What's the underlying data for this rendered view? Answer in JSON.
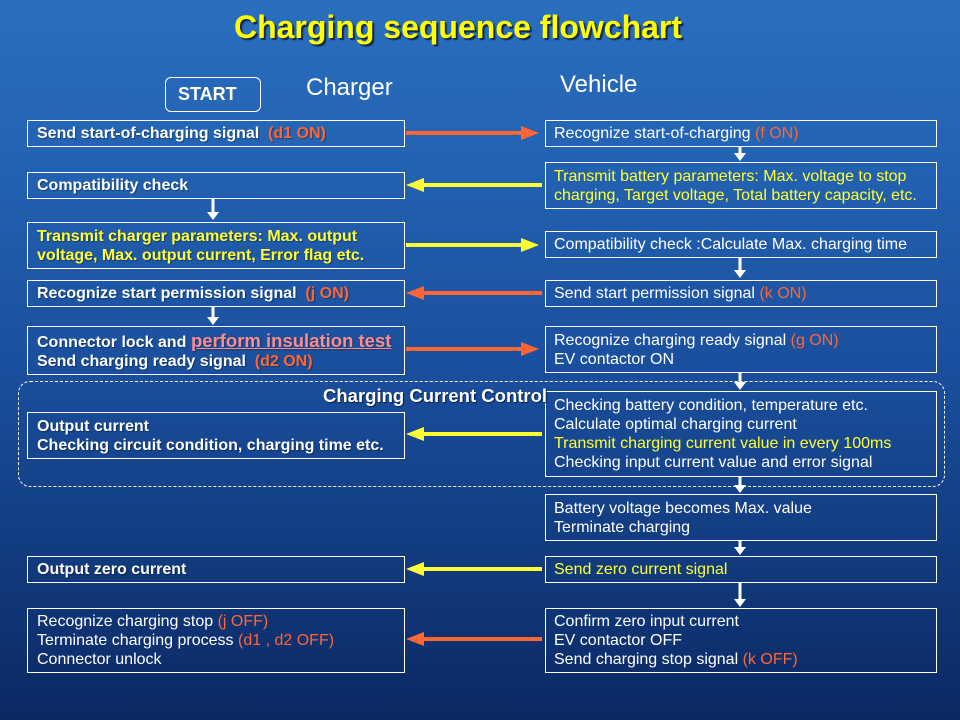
{
  "title": "Charging sequence flowchart",
  "start_label": "START",
  "columns": {
    "charger": "Charger",
    "vehicle": "Vehicle"
  },
  "control_loop_label": "Charging Current Control",
  "colors": {
    "title": "#ffff00",
    "signal": "#ff6633",
    "parameters": "#ffff33",
    "highlight": "#ff8c8c",
    "signal_arrow": "#ff6633",
    "parameters_arrow": "#ffff33",
    "step_arrow": "#ffffff"
  },
  "charger_steps": [
    {
      "lines": [
        {
          "text": "Send start-of-charging signal",
          "signal": "(d1 ON)"
        }
      ]
    },
    {
      "lines": [
        {
          "text": "Compatibility check"
        }
      ]
    },
    {
      "lines": [
        {
          "text": "Transmit charger parameters: Max. output"
        },
        {
          "text": "voltage, Max. output current,  Error flag etc."
        }
      ]
    },
    {
      "lines": [
        {
          "text": "Recognize start permission signal",
          "signal": "(j ON)"
        }
      ]
    },
    {
      "lines": [
        {
          "text": "Connector lock and",
          "highlight": "perform insulation test"
        },
        {
          "text": "Send charging ready signal",
          "signal": "(d2 ON)"
        }
      ]
    },
    {
      "lines": [
        {
          "text": "Output current"
        },
        {
          "text": "Checking circuit condition, charging time etc."
        }
      ]
    },
    {
      "lines": [
        {
          "text": "Output zero current"
        }
      ]
    },
    {
      "lines": [
        {
          "text": "Recognize charging stop",
          "signal": "(j OFF)"
        },
        {
          "text": "Terminate charging process",
          "signal": "(d1 , d2 OFF)"
        },
        {
          "text": "Connector unlock"
        }
      ]
    }
  ],
  "vehicle_steps": [
    {
      "lines": [
        {
          "text": "Recognize start-of-charging",
          "signal": "(f ON)"
        }
      ]
    },
    {
      "lines": [
        {
          "text": "Transmit battery parameters: Max. voltage to stop"
        },
        {
          "text": "charging, Target voltage, Total battery capacity, etc."
        }
      ]
    },
    {
      "lines": [
        {
          "text": "Compatibility check :Calculate Max. charging time"
        }
      ]
    },
    {
      "lines": [
        {
          "text": "Send start permission signal",
          "signal": "(k ON)"
        }
      ]
    },
    {
      "lines": [
        {
          "text": "Recognize charging ready signal",
          "signal": "(g ON)"
        },
        {
          "text": "EV contactor ON"
        }
      ]
    },
    {
      "lines": [
        {
          "text": "Checking battery condition, temperature etc."
        },
        {
          "text": "Calculate optimal charging current"
        },
        {
          "text": "Transmit charging current value in every 100ms"
        },
        {
          "text": "Checking input current value and error signal"
        }
      ]
    },
    {
      "lines": [
        {
          "text": "Battery voltage becomes Max. value"
        },
        {
          "text": "Terminate charging"
        }
      ]
    },
    {
      "lines": [
        {
          "text": "Send zero current signal"
        }
      ]
    },
    {
      "lines": [
        {
          "text": "Confirm zero input current"
        },
        {
          "text": "EV contactor OFF"
        },
        {
          "text": "Send charging stop signal",
          "signal": "(k OFF)"
        }
      ]
    }
  ]
}
